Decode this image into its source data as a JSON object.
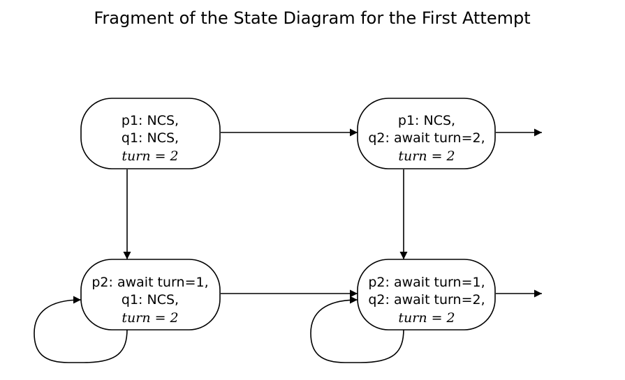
{
  "title": "Fragment of the State Diagram for the First Attempt",
  "states": [
    {
      "id": "s1",
      "line1": "p1: NCS,",
      "line2": "q1: NCS,",
      "line3": "turn = 2"
    },
    {
      "id": "s2",
      "line1": "p1: NCS,",
      "line2": "q2: await turn=2,",
      "line3": "turn = 2"
    },
    {
      "id": "s3",
      "line1": "p2: await turn=1,",
      "line2": "q1: NCS,",
      "line3": "turn = 2"
    },
    {
      "id": "s4",
      "line1": "p2: await turn=1,",
      "line2": "q2: await turn=2,",
      "line3": "turn = 2"
    }
  ],
  "transitions": [
    {
      "from": "s1",
      "to": "s2"
    },
    {
      "from": "s1",
      "to": "s3"
    },
    {
      "from": "s2",
      "to": "s4"
    },
    {
      "from": "s3",
      "to": "s4"
    },
    {
      "from": "s3",
      "to": "s3"
    },
    {
      "from": "s4",
      "to": "s4"
    },
    {
      "from": "s2",
      "to": "offscreen"
    },
    {
      "from": "s4",
      "to": "offscreen"
    }
  ]
}
